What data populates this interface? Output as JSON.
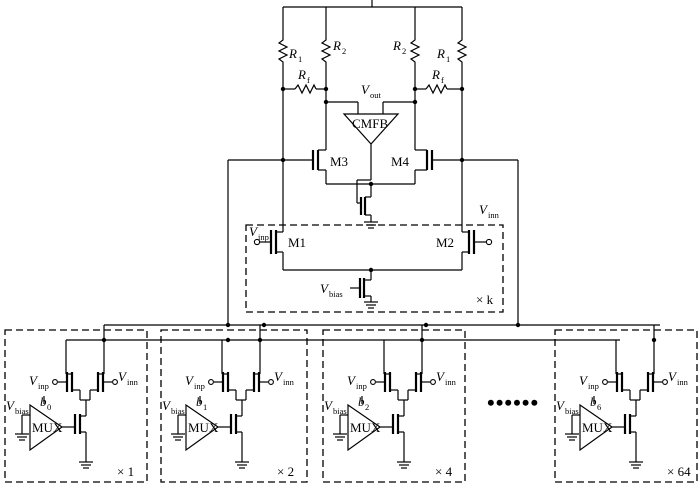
{
  "labels": {
    "R1": "R",
    "R1_sub": "1",
    "R2": "R",
    "R2_sub": "2",
    "Rf": "R",
    "Rf_sub": "f",
    "Vout": "V",
    "Vout_sub": "out",
    "CMFB": "CMFB",
    "M1": "M1",
    "M2": "M2",
    "M3": "M3",
    "M4": "M4",
    "Vinp": "V",
    "Vinp_sub": "inp",
    "Vinn": "V",
    "Vinn_sub": "inn",
    "Vbias": "V",
    "Vbias_sub": "bias",
    "times_k": "× k",
    "MUX": "MUX",
    "ellipsis": "••••••"
  },
  "cells": [
    {
      "bit": "b",
      "bit_sub": "0",
      "mult": "× 1"
    },
    {
      "bit": "b",
      "bit_sub": "1",
      "mult": "× 2"
    },
    {
      "bit": "b",
      "bit_sub": "2",
      "mult": "× 4"
    },
    {
      "bit": "b",
      "bit_sub": "6",
      "mult": "× 64"
    }
  ]
}
